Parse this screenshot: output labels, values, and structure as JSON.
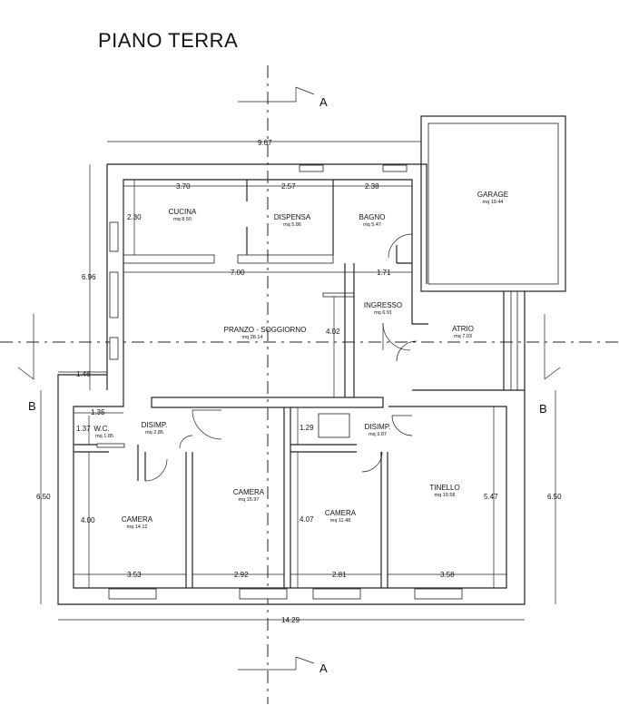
{
  "title": "PIANO TERRA",
  "sections": {
    "a_top": "A",
    "a_bottom": "A",
    "b_left": "B",
    "b_right": "B"
  },
  "rooms": [
    {
      "name": "CUCINA",
      "area": "mq  8.50"
    },
    {
      "name": "DISPENSA",
      "area": "mq  5.86"
    },
    {
      "name": "BAGNO",
      "area": "mq  5.47"
    },
    {
      "name": "GARAGE",
      "area": "mq  19.44"
    },
    {
      "name": "INGRESSO",
      "area": "mq 6.91"
    },
    {
      "name": "PRANZO - SOGGIORNO",
      "area": "mq  28.14"
    },
    {
      "name": "ATRIO",
      "area": "mq  7.03"
    },
    {
      "name": "W.C.",
      "area": "mq 1.85"
    },
    {
      "name": "DISIMP.",
      "area": "mq  2.85"
    },
    {
      "name": "DISIMP.",
      "area": "mq  3.87"
    },
    {
      "name": "CAMERA",
      "area": "mq 14.12"
    },
    {
      "name": "CAMERA",
      "area": "mq 15.97"
    },
    {
      "name": "CAMERA",
      "area": "mq 11.48"
    },
    {
      "name": "TINELLO",
      "area": "mq 19.58"
    }
  ],
  "dimensions": {
    "total_top": "9.67",
    "total_bottom": "14.29",
    "left_upper": "6.96",
    "left_lower": "6.50",
    "right_lower": "6.50",
    "step": "1.46",
    "cucina_w": "3.70",
    "dispensa_w": "2.57",
    "bagno_w": "2.38",
    "cucina_h": "2.30",
    "pranzo_w": "7.00",
    "ingresso_w": "1.71",
    "pranzo_h": "4.02",
    "wc_w": "1.35",
    "wc_h": "1.37",
    "disimp_h": "1.29",
    "camera1_h": "4.00",
    "camera3_h": "4.07",
    "tinello_h": "5.47",
    "camera1_w": "3.53",
    "camera2_w": "2.92",
    "camera3_w": "2.81",
    "tinello_w": "3.58"
  }
}
